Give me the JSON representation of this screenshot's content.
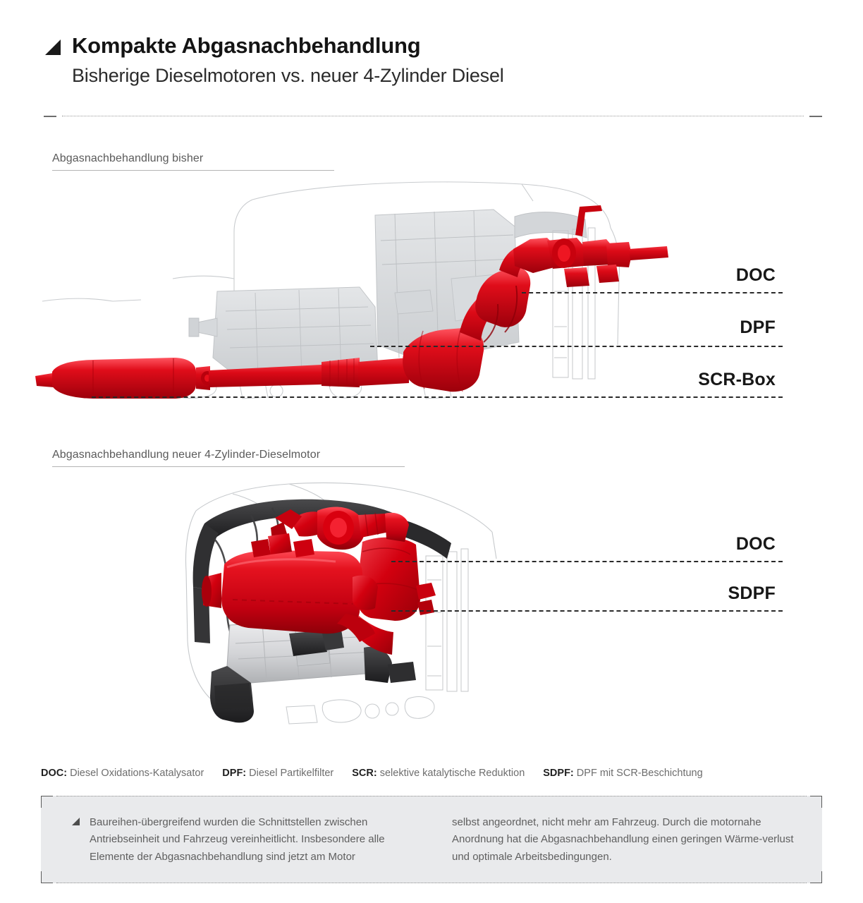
{
  "header": {
    "bullet_icon": "triangle-bullet-icon",
    "title": "Kompakte Abgasnachbehandlung",
    "subtitle": "Bisherige Dieselmotoren vs. neuer 4-Zylinder Diesel"
  },
  "sections": [
    {
      "id": "old",
      "label": "Abgasnachbehandlung bisher",
      "callouts": [
        {
          "label": "DOC"
        },
        {
          "label": "DPF"
        },
        {
          "label": "SCR-Box"
        }
      ]
    },
    {
      "id": "new",
      "label": "Abgasnachbehandlung neuer 4-Zylinder-Dieselmotor",
      "callouts": [
        {
          "label": "DOC"
        },
        {
          "label": "SDPF"
        }
      ]
    }
  ],
  "abbreviations": [
    {
      "term": "DOC:",
      "definition": "Diesel Oxidations-Katalysator"
    },
    {
      "term": "DPF:",
      "definition": "Diesel Partikelfilter"
    },
    {
      "term": "SCR:",
      "definition": "selektive katalytische Reduktion"
    },
    {
      "term": "SDPF:",
      "definition": "DPF mit SCR-Beschichtung"
    }
  ],
  "note": {
    "bullet_icon": "triangle-bullet-icon",
    "column_left": "Baureihen-übergreifend wurden die Schnittstellen zwischen Antriebseinheit und Fahrzeug vereinheitlicht. Insbesondere alle Elemente der Abgasnachbehandlung sind jetzt am Motor",
    "column_right": "selbst angeordnet, nicht mehr am Fahrzeug. Durch die motornahe Anordnung hat die Abgasnachbehandlung einen geringen Wärme-verlust und optimale Arbeitsbedingungen."
  },
  "colors": {
    "highlight_red": "#D8000F",
    "ghost_gray": "#D4D6D8",
    "outline_gray": "#BFC2C5",
    "note_background": "#E9EAEC",
    "text_dark": "#1A1A1A",
    "text_muted": "#6D6D6D"
  }
}
